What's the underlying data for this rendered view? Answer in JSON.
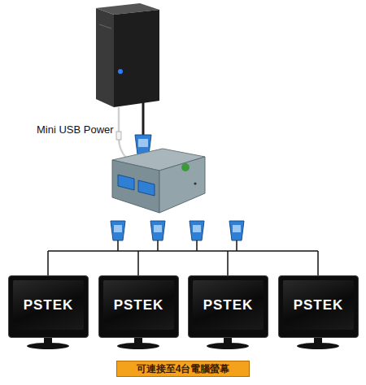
{
  "diagram": {
    "nodes": [
      {
        "text": [
          "PSTEK"
        ]
      },
      {
        "text": [
          "PSTEK"
        ]
      },
      {
        "text": [
          "PSTEK"
        ]
      },
      {
        "text": [
          "PSTEK"
        ]
      },
      {
        "text": [
          "可連接至4台電腦螢幕"
        ]
      }
    ],
    "labels": [
      "Mini USB Power"
    ]
  }
}
